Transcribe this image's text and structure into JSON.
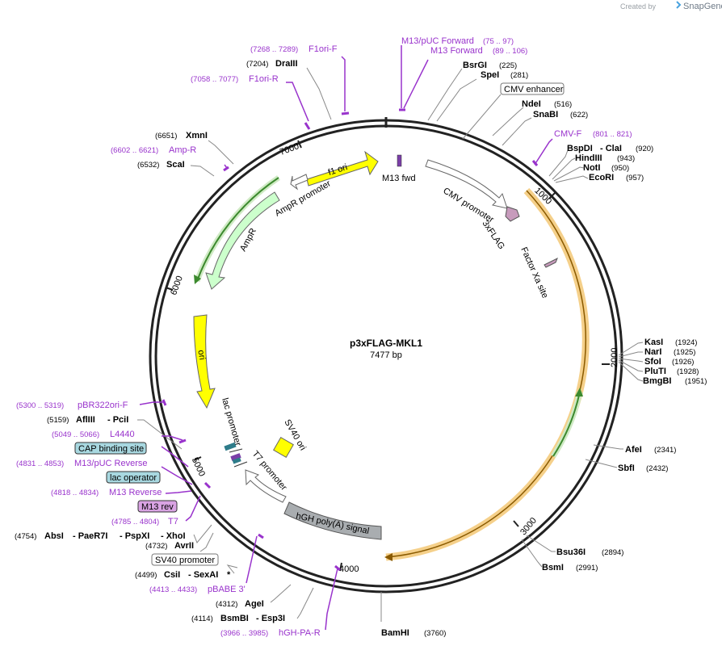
{
  "credit": {
    "created_by": "Created by",
    "brand": "SnapGene"
  },
  "plasmid": {
    "name": "p3xFLAG-MKL1",
    "length": "7477 bp"
  },
  "ruler": [
    "1000",
    "2000",
    "3000",
    "4000",
    "5000",
    "6000",
    "7000"
  ],
  "features": {
    "f1_ori": "f1 ori",
    "ampr_promoter": "AmpR promoter",
    "ampr": "AmpR",
    "ori": "ori",
    "m13_fwd": "M13 fwd",
    "cmv_promoter": "CMV promoter",
    "flag3x": "3xFLAG",
    "factor_xa": "Factor Xa site",
    "lac_promoter": "lac promoter",
    "t7_promoter": "T7 promoter",
    "sv40_ori": "SV40 ori",
    "hgh_polya": "hGH poly(A) signal"
  },
  "boxed_features": {
    "cmv_enhancer": "CMV enhancer",
    "cap_binding_site": "CAP binding site",
    "lac_operator": "lac operator",
    "m13_rev": "M13 rev",
    "sv40_promoter": "SV40 promoter"
  },
  "primers": {
    "f1ori_f": {
      "pos": "(7268 .. 7289)",
      "name": "F1ori-F"
    },
    "f1ori_r": {
      "pos": "(7058 .. 7077)",
      "name": "F1ori-R"
    },
    "amp_r": {
      "pos": "(6602 .. 6621)",
      "name": "Amp-R"
    },
    "m13_puc_fwd": {
      "pos": "(75 .. 97)",
      "name": "M13/pUC Forward"
    },
    "m13_fwd": {
      "pos": "(89 .. 106)",
      "name": "M13 Forward"
    },
    "cmv_f": {
      "pos": "(801 .. 821)",
      "name": "CMV-F"
    },
    "pbr322ori_f": {
      "pos": "(5300 .. 5319)",
      "name": "pBR322ori-F"
    },
    "l4440": {
      "pos": "(5049 .. 5066)",
      "name": "L4440"
    },
    "m13_puc_rev": {
      "pos": "(4831 .. 4853)",
      "name": "M13/pUC Reverse"
    },
    "m13_reverse": {
      "pos": "(4818 .. 4834)",
      "name": "M13 Reverse"
    },
    "t7": {
      "pos": "(4785 .. 4804)",
      "name": "T7"
    },
    "pbabe3": {
      "pos": "(4413 .. 4433)",
      "name": "pBABE 3'"
    },
    "hgh_pa_r": {
      "pos": "(3966 .. 3985)",
      "name": "hGH-PA-R"
    }
  },
  "sites": {
    "draiii": {
      "pos": "(7204)",
      "name": "DraIII"
    },
    "xmni": {
      "pos": "(6651)",
      "name": "XmnI"
    },
    "scai": {
      "pos": "(6532)",
      "name": "ScaI"
    },
    "bsrgi": {
      "name": "BsrGI",
      "pos": "(225)"
    },
    "spei": {
      "name": "SpeI",
      "pos": "(281)"
    },
    "ndei": {
      "name": "NdeI",
      "pos": "(516)"
    },
    "snabi": {
      "name": "SnaBI",
      "pos": "(622)"
    },
    "bspdi": {
      "name": "BspDI",
      "name2": "- ClaI",
      "pos": "(920)"
    },
    "hindiii": {
      "name": "HindIII",
      "pos": "(943)"
    },
    "noti": {
      "name": "NotI",
      "pos": "(950)"
    },
    "ecori": {
      "name": "EcoRI",
      "pos": "(957)"
    },
    "kasi": {
      "name": "KasI",
      "pos": "(1924)"
    },
    "nari": {
      "name": "NarI",
      "pos": "(1925)"
    },
    "sfoi": {
      "name": "SfoI",
      "pos": "(1926)"
    },
    "pluti": {
      "name": "PluTI",
      "pos": "(1928)"
    },
    "bmgbi": {
      "name": "BmgBI",
      "pos": "(1951)"
    },
    "afei": {
      "name": "AfeI",
      "pos": "(2341)"
    },
    "sbfi": {
      "name": "SbfI",
      "pos": "(2432)"
    },
    "bsu36i": {
      "name": "Bsu36I",
      "pos": "(2894)"
    },
    "bsmi": {
      "name": "BsmI",
      "pos": "(2991)"
    },
    "bamhi": {
      "name": "BamHI",
      "pos": "(3760)"
    },
    "afliii": {
      "pos": "(5159)",
      "name": "AflIII",
      "name2": "- PciI"
    },
    "absi": {
      "pos": "(4754)",
      "name": "AbsI",
      "name2": "- PaeR7I",
      "name3": "- PspXI",
      "name4": "- XhoI"
    },
    "avrii": {
      "pos": "(4732)",
      "name": "AvrII"
    },
    "csii": {
      "pos": "(4499)",
      "name": "CsiI",
      "name2": "- SexAI",
      "star": "*"
    },
    "agei": {
      "pos": "(4312)",
      "name": "AgeI"
    },
    "bsmbi": {
      "pos": "(4114)",
      "name": "BsmBI",
      "name2": "- Esp3I"
    }
  },
  "colors": {
    "primer": "#9933cc",
    "backbone": "#222222",
    "ori": "#ffff00",
    "ampr": "#ccffcc",
    "orf_highlight": "#f5d08a",
    "orf_line": "#8a5a00",
    "green_arrow": "#3c8a2e",
    "promoter": "#ffffff",
    "hgh": "#a9adb0",
    "flag": "#c79bbc"
  }
}
